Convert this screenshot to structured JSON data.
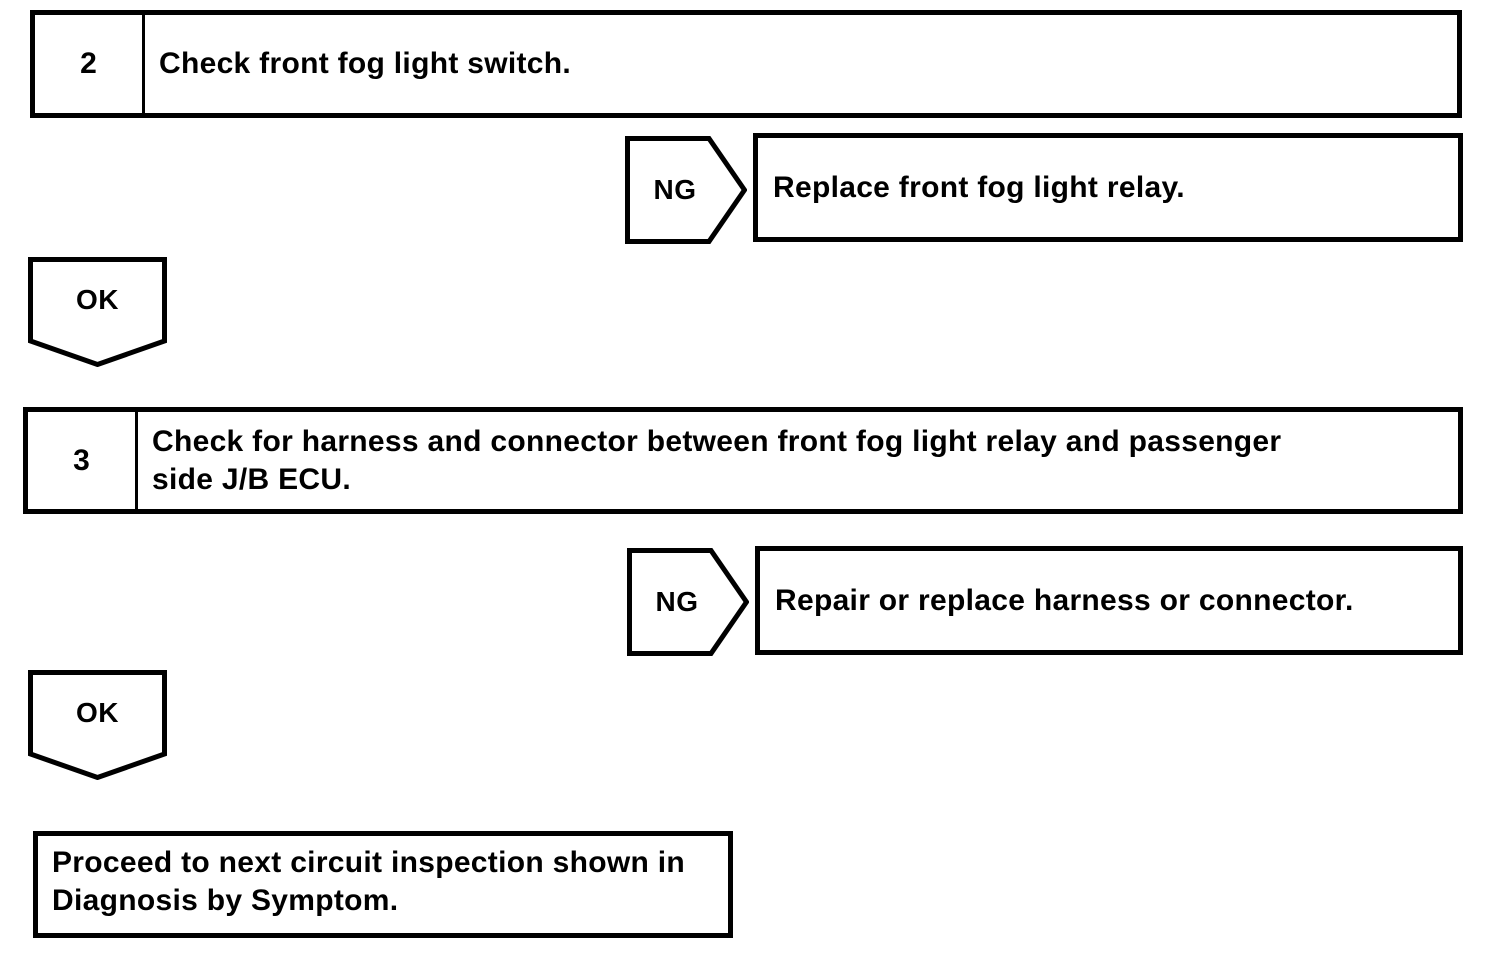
{
  "flowchart": {
    "colors": {
      "ink": "#000000",
      "paper": "#ffffff"
    },
    "steps": [
      {
        "number": "2",
        "instruction": "Check front fog light switch.",
        "ng_label": "NG",
        "ng_action": "Replace front fog light relay.",
        "ok_label": "OK"
      },
      {
        "number": "3",
        "instruction_line1": "Check for harness and connector between front fog light relay and passenger",
        "instruction_line2": "side J/B ECU.",
        "ng_label": "NG",
        "ng_action": "Repair or replace harness or connector.",
        "ok_label": "OK"
      }
    ],
    "conclusion_line1": "Proceed to next circuit inspection shown in",
    "conclusion_line2": "Diagnosis by Symptom."
  }
}
